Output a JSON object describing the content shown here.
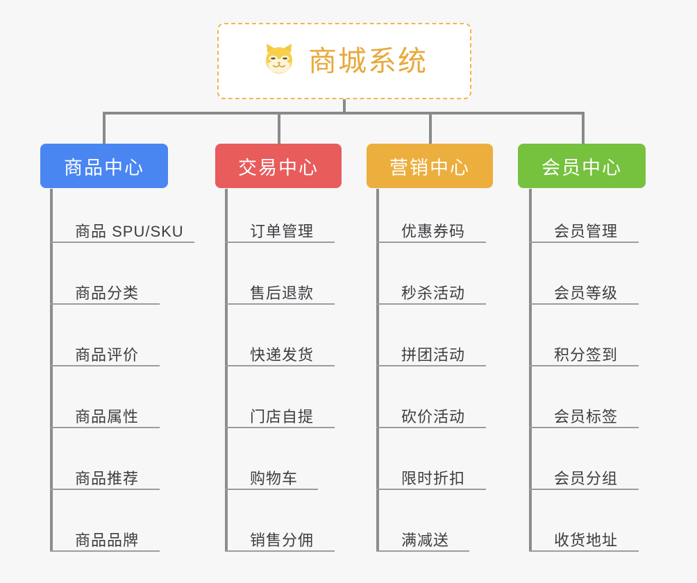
{
  "diagram": {
    "type": "org-chart",
    "background_color": "#f7f7f7",
    "root": {
      "title": "商城系统",
      "icon": "shiba-dog-icon",
      "border_color": "#f0b84a",
      "text_color": "#e8a93c",
      "background_color": "#ffffff"
    },
    "connector_color": "#888a8c",
    "leaf_text_color": "#3b3d40",
    "leaf_rule_color": "#9a9c9e",
    "columns": [
      {
        "id": "product-center",
        "title": "商品中心",
        "color": "#4a86f2",
        "items": [
          "商品 SPU/SKU",
          "商品分类",
          "商品评价",
          "商品属性",
          "商品推荐",
          "商品品牌"
        ]
      },
      {
        "id": "trade-center",
        "title": "交易中心",
        "color": "#e85c5c",
        "items": [
          "订单管理",
          "售后退款",
          "快递发货",
          "门店自提",
          "购物车",
          "销售分佣"
        ]
      },
      {
        "id": "marketing-center",
        "title": "营销中心",
        "color": "#ecae3d",
        "items": [
          "优惠券码",
          "秒杀活动",
          "拼团活动",
          "砍价活动",
          "限时折扣",
          "满减送"
        ]
      },
      {
        "id": "member-center",
        "title": "会员中心",
        "color": "#76c13e",
        "items": [
          "会员管理",
          "会员等级",
          "积分签到",
          "会员标签",
          "会员分组",
          "收货地址"
        ]
      }
    ]
  }
}
